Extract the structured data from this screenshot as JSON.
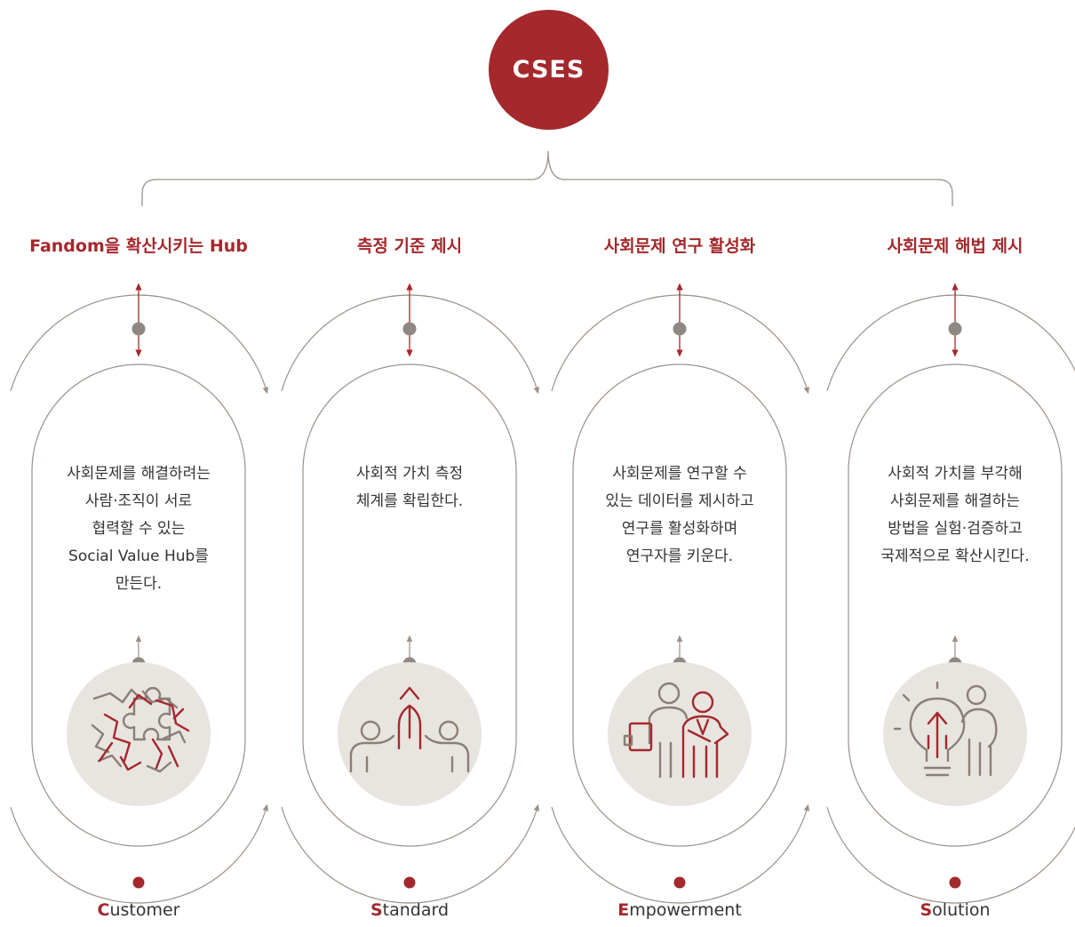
{
  "center": {
    "label": "CSES"
  },
  "pillars": [
    {
      "heading": "Fandom을 확산시키는 Hub",
      "description": [
        "사회문제를 해결하려는",
        "사람·조직이 서로",
        "협력할 수 있는",
        "Social Value Hub를",
        "만든다."
      ],
      "caption_initial": "C",
      "caption_rest": "ustomer",
      "icon": "puzzle-icon"
    },
    {
      "heading": "측정 기준 제시",
      "description": [
        "사회적 가치 측정",
        "체계를 확립한다."
      ],
      "caption_initial": "S",
      "caption_rest": "tandard",
      "icon": "people-arrow-up-icon"
    },
    {
      "heading": "사회문제 연구 활성화",
      "description": [
        "사회문제를 연구할 수",
        "있는 데이터를 제시하고",
        "연구를 활성화하며",
        "연구자를 키운다."
      ],
      "caption_initial": "E",
      "caption_rest": "mpowerment",
      "icon": "mentor-researcher-icon"
    },
    {
      "heading": "사회문제 해법 제시",
      "description": [
        "사회적 가치를 부각해",
        "사회문제를 해결하는",
        "방법을 실험·검증하고",
        "국제적으로 확산시킨다."
      ],
      "caption_initial": "S",
      "caption_rest": "olution",
      "icon": "lightbulb-person-icon"
    }
  ],
  "colors": {
    "accent": "#a4282c",
    "line": "#9a9088",
    "node": "#8f8882",
    "icon_bg": "#e8e4e0",
    "outline": "#8a7f76"
  }
}
